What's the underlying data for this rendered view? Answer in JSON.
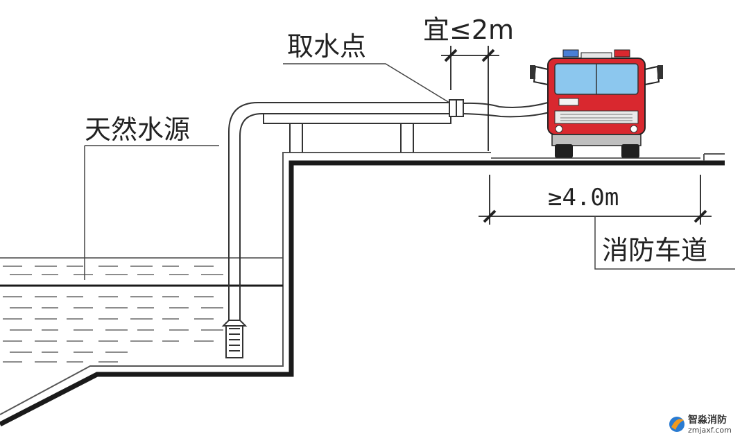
{
  "labels": {
    "water_source": "天然水源",
    "intake_point": "取水点",
    "distance": "宜≤2m",
    "road_width": "≥4.0m",
    "fire_lane": "消防车道"
  },
  "watermark": {
    "name": "智淼消防",
    "url": "zmjaxf.com"
  },
  "colors": {
    "line": "#1a1a1a",
    "thin": "#555555",
    "truck_red": "#d9282f",
    "logo_blue": "#2a7bd1",
    "logo_orange": "#f29a1d"
  }
}
